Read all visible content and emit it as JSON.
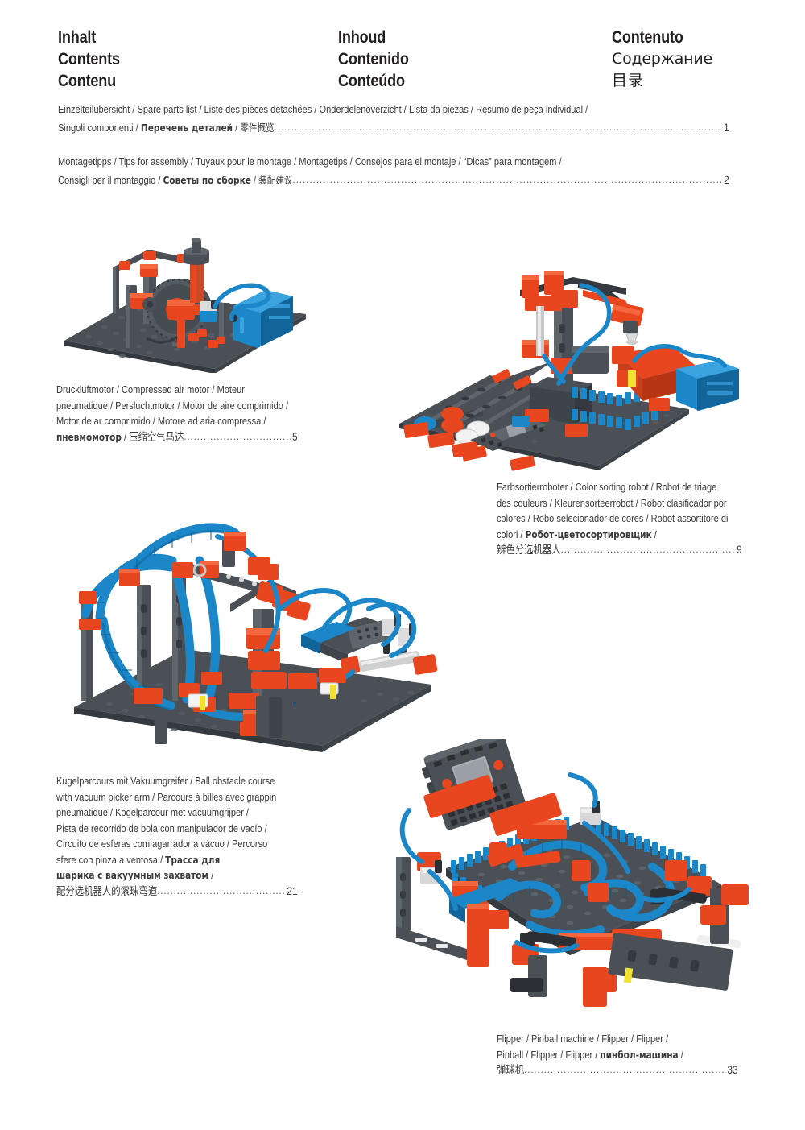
{
  "headings": {
    "rows": [
      {
        "col1": "Inhalt",
        "col2": "Inhoud",
        "col3": "Contenuto"
      },
      {
        "col1": "Contents",
        "col2": "Contenido",
        "col3": "Содержание"
      },
      {
        "col1": "Contenu",
        "col2": "Conteúdo",
        "col3": "目录"
      }
    ]
  },
  "toc": [
    {
      "line1": "Einzelteilübersicht / Spare parts list / Liste des pièces détachées / Onderdelenoverzicht / Lista da piezas / Resumo de peça individual /",
      "line2_pre": "Singoli componenti / ",
      "line2_ru": "Перечень деталей",
      "line2_mid": " / ",
      "line2_cn": "零件概览",
      "page": "1"
    },
    {
      "line1": "Montagetipps / Tips for assembly / Tuyaux pour le montage / Montagetips / Consejos para el montaje / “Dicas” para montagem /",
      "line2_pre": "Consigli per il montaggio / ",
      "line2_ru": "Советы по сборке",
      "line2_mid": " / ",
      "line2_cn": "装配建议",
      "page": "2"
    }
  ],
  "models": [
    {
      "id": "compressed-air-motor",
      "caption_lines": [
        "Druckluftmotor / Compressed air motor / Moteur",
        "pneumatique / Persluchtmotor / Motor de aire comprimido /",
        "Motor de ar comprimido / Motore ad aria compressa /"
      ],
      "caption_last_ru": "пневмомотор",
      "caption_last_sep": " / ",
      "caption_last_cn": "压缩空气马达",
      "page": "5"
    },
    {
      "id": "color-sorting-robot",
      "caption_lines": [
        "Farbsortierroboter / Color sorting robot / Robot de triage",
        "des couleurs / Kleurensorteerrobot / Robot clasificador por",
        "colores / Robo selecionador de cores / Robot assortitore di"
      ],
      "caption_mid_pre": "colori / ",
      "caption_mid_ru": "Робот-цветосортировщик",
      "caption_mid_post": " /",
      "caption_last_cn": "辨色分选机器人",
      "page": "9"
    },
    {
      "id": "ball-obstacle-course",
      "caption_lines": [
        "Kugelparcours mit Vakuumgreifer / Ball obstacle course",
        "with vacuum picker arm / Parcours à billes avec grappin",
        "pneumatique / Kogelparcour met vacuümgrijper /",
        "Pista de recorrido de bola con manipulador de vacío /",
        "Circuito de esferas com agarrador a vácuo / Percorso"
      ],
      "caption_mid_pre": "sfere con pinza a ventosa / ",
      "caption_mid_ru": "Трасса для",
      "caption_ru2": "шарика с вакуумным захватом",
      "caption_ru2_post": " /",
      "caption_last_cn": "配分选机器人的滚珠弯道",
      "page": "21"
    },
    {
      "id": "pinball-machine",
      "caption_lines": [
        "Flipper / Pinball machine / Flipper / Flipper /"
      ],
      "caption_mid_pre": "Pinball / Flipper / Flipper / ",
      "caption_mid_ru": "пинбол-машина",
      "caption_mid_post": " /",
      "caption_last_cn": "弹球机",
      "page": "33"
    }
  ],
  "colors": {
    "orange": "#e8461e",
    "orange_dark": "#b83514",
    "orange_light": "#f4663c",
    "blue": "#1b87c9",
    "blue_dark": "#12659b",
    "blue_light": "#3ba3e0",
    "gray": "#4a5055",
    "gray_dark": "#343a3f",
    "gray_light": "#5e666c",
    "yellow": "#f2e033",
    "white": "#f2f2f2",
    "text": "#3a3a3a"
  },
  "leader_dots": "......................................................................................................................................................................................................................................................................................................................."
}
